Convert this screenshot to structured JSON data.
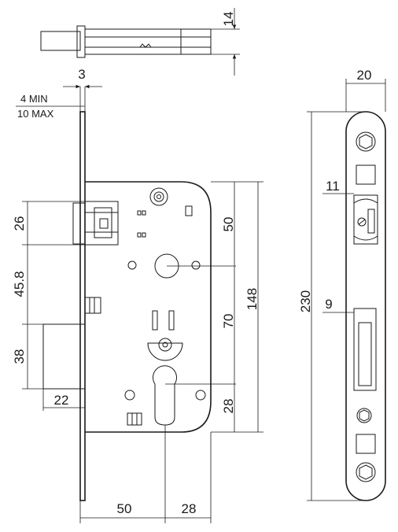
{
  "dimensions": {
    "top_thickness": "14",
    "forend_thickness": "3",
    "adjust_min": "4 MIN",
    "adjust_max": "10 MAX",
    "latch_height": "26",
    "latch_to_follower": "45.8",
    "deadbolt_height": "38",
    "deadbolt_throw": "22",
    "follower_offset": "50",
    "case_height": "148",
    "center_distance": "70",
    "cylinder_offset": "28",
    "backset": "50",
    "case_rear": "28",
    "forend_width": "20",
    "forend_length": "230",
    "latch_hole_width": "11",
    "bolt_hole_width": "9"
  }
}
